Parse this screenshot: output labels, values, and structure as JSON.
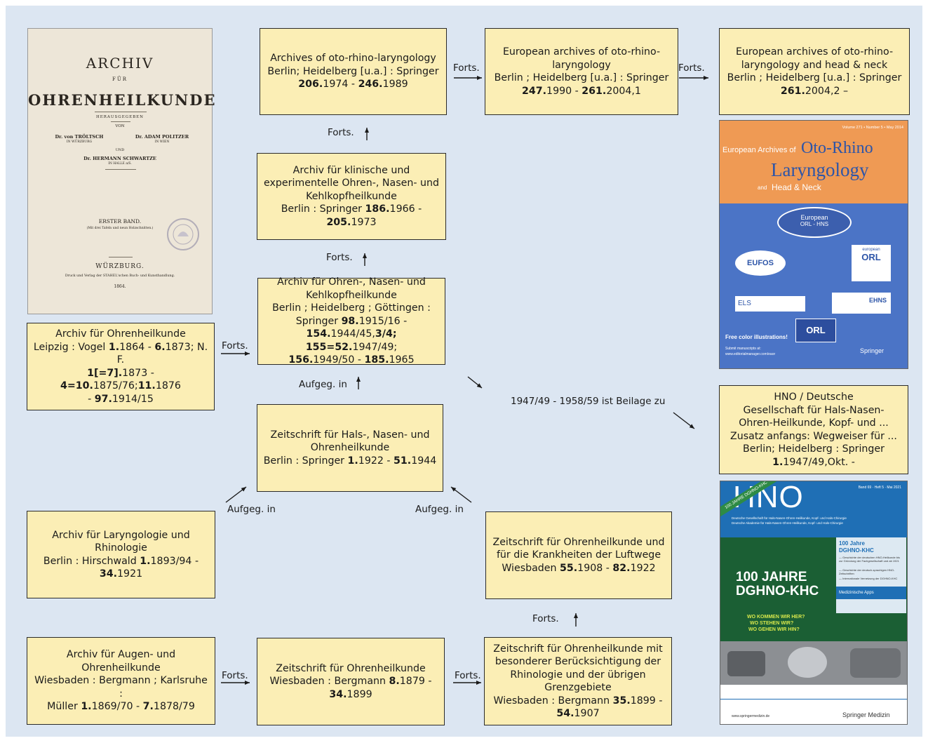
{
  "boxes": {
    "archives_orl": {
      "l1": "Archives of oto-rhino-laryngology",
      "l2": "Berlin; Heidelberg [u.a.] : Springer",
      "v1": "206.",
      "y1": "1974 - ",
      "v2": "246.",
      "y2": "1989"
    },
    "eur_archives_orl": {
      "l1": "European archives of oto-rhino-",
      "l2": "laryngology",
      "l3": "Berlin ; Heidelberg [u.a.] : Springer",
      "v1": "247.",
      "y1": "1990 - ",
      "v2": "261.",
      "y2": "2004,1"
    },
    "eur_archives_hn": {
      "l1": "European archives of oto-rhino-",
      "l2": "laryngology and head & neck",
      "l3": "Berlin ; Heidelberg [u.a.] : Springer",
      "v1": "261.",
      "y1": "2004,2 –"
    },
    "archiv_klinische": {
      "l1": "Archiv für klinische und",
      "l2": "experimentelle Ohren-, Nasen- und",
      "l3": "Kehlkopfheilkunde",
      "l4": "Berlin : Springer ",
      "v1": "186.",
      "y1": "1966 -",
      "v2": "205.",
      "y2": "1973"
    },
    "archiv_ohren_nasen": {
      "l1": "Archiv für Ohren-, Nasen- und",
      "l2": "Kehlkopfheilkunde",
      "l3": "Berlin ; Heidelberg ; Göttingen :",
      "l4a": "Springer ",
      "v1": "98.",
      "y1": "1915/16 -",
      "v2": "154.",
      "y2": "1944/45,",
      "v3": "3/4; 155=52.",
      "y3": "1947/49;",
      "v4": "156.",
      "y4": "1949/50 - ",
      "v5": "185.",
      "y5": "1965"
    },
    "archiv_ohrenheilkunde": {
      "l1": "Archiv für Ohrenheilkunde",
      "l2a": "Leipzig : Vogel ",
      "v1": "1.",
      "y1": "1864 - ",
      "v2": "6.",
      "y2": "1873; N. F.",
      "v3": "1[=7].",
      "y3": "1873 - ",
      "v4": "4=10.",
      "y4": "1875/76;",
      "v5": "11.",
      "y5": "1876",
      "l5a": "- ",
      "v6": "97.",
      "y6": "1914/15"
    },
    "zs_hals_nasen": {
      "l1": "Zeitschrift für Hals-, Nasen- und",
      "l2": "Ohrenheilkunde",
      "l3a": "Berlin : Springer ",
      "v1": "1.",
      "y1": "1922 - ",
      "v2": "51.",
      "y2": "1944"
    },
    "hno": {
      "l1": "HNO / Deutsche",
      "l2": "Gesellschaft für Hals-Nasen-",
      "l3": "Ohren-Heilkunde, Kopf- und ...",
      "l4": "Zusatz anfangs: Wegweiser für ...",
      "l5": "Berlin; Heidelberg : Springer",
      "v1": "1.",
      "y1": "1947/49,Okt. -"
    },
    "archiv_laryngologie": {
      "l1": "Archiv für Laryngologie und",
      "l2": "Rhinologie",
      "l3a": "Berlin : Hirschwald  ",
      "v1": "1.",
      "y1": "1893/94 -",
      "v2": "34.",
      "y2": "1921"
    },
    "zs_ohren_luftwege": {
      "l1": "Zeitschrift für Ohrenheilkunde und",
      "l2": "für die Krankheiten der Luftwege",
      "l3a": "Wiesbaden ",
      "v1": "55.",
      "y1": "1908 - ",
      "v2": "82.",
      "y2": "1922"
    },
    "archiv_augen": {
      "l1": "Archiv für  Augen- und",
      "l2": "Ohrenheilkunde",
      "l3": "Wiesbaden : Bergmann ; Karlsruhe :",
      "l4a": "Müller ",
      "v1": "1.",
      "y1": "1869/70 - ",
      "v2": "7.",
      "y2": "1878/79"
    },
    "zs_ohrenheilkunde": {
      "l1": "Zeitschrift für Ohrenheilkunde",
      "l2a": "Wiesbaden : Bergmann ",
      "v1": "8.",
      "y1": "1879 -",
      "v2": "34.",
      "y2": "1899"
    },
    "zs_ohren_rhino": {
      "l1": "Zeitschrift für Ohrenheilkunde mit",
      "l2": "besonderer Berücksichtigung der",
      "l3": "Rhinologie und der übrigen",
      "l4": "Grenzgebiete",
      "l5a": "Wiesbaden : Bergmann ",
      "v1": "35.",
      "y1": "1899 -",
      "v2": "54.",
      "y2": "1907"
    }
  },
  "labels": {
    "forts_1": "Forts.",
    "forts_2": "Forts.",
    "forts_3": "Forts.",
    "forts_4": "Forts.",
    "forts_5": "Forts.",
    "forts_6": "Forts.",
    "forts_7": "Forts.",
    "forts_8": "Forts.",
    "aufgeg_1": "Aufgeg. in",
    "aufgeg_2": "Aufgeg. in",
    "aufgeg_3": "Aufgeg. in",
    "beilage": "1947/49 - 1958/59 ist Beilage zu"
  },
  "cover_archiv": {
    "t1": "ARCHIV",
    "t2": "FÜR",
    "t3": "OHRENHEILKUNDE",
    "t4": "HERAUSGEGEBEN",
    "t5": "VON",
    "e1": "Dr. von TRÖLTSCH",
    "e1s": "IN WÜRZBURG",
    "e2": "Dr. ADAM POLITZER",
    "e2s": "IN WIEN",
    "t6": "UND",
    "e3": "Dr. HERMANN SCHWARTZE",
    "e3s": "IN HALLE a/S.",
    "band": "ERSTER BAND.",
    "band_s": "(Mit drei Tafeln und neun Holzschnitten.)",
    "city": "WÜRZBURG.",
    "pub": "Druck und Verlag der STAHEL'schen Buch- und Kunsthandlung.",
    "year": "1864."
  },
  "cover_eaorl": {
    "vol": "Volume 271 • Number 5 • May 2014",
    "t_small": "European Archives of",
    "t_oto": "Oto-Rhino",
    "t_lar": "Laryngology",
    "t_and": "and",
    "t_hn": "Head & Neck",
    "logo1a": "European",
    "logo1b": "ORL - HNS",
    "logo2": "EUFOS",
    "logo3a": "european",
    "logo3b": "ORL",
    "logo4": "ELS",
    "logo5": "EHNS",
    "logo6": "ORL",
    "free": "Free color illustrations!",
    "submit": "Submit manuscripts at:",
    "submit_url": "www.editorialmanager.com/eaor",
    "publisher": "Springer"
  },
  "cover_hno": {
    "title": "HNO",
    "ribbon": "100 JAHRE DGHNO-KHC",
    "band": "Band 69 · Heft 5 · Mai 2021",
    "sub1": "Deutsche Gesellschaft für Hals-Nasen-Ohren-Heilkunde, Kopf- und Hals-Chirurgie",
    "sub2": "Deutsche Akademie für Hals-Nasen-Ohren-Heilkunde, Kopf- und Hals-Chirurgie",
    "big1": "100 JAHRE",
    "big2": "DGHNO-KHC",
    "q1": "WO KOMMEN WIR HER?",
    "q2": "WO STEHEN WIR?",
    "q3": "WO GEHEN WIR HIN?",
    "side_t1": "100 Jahre",
    "side_t2": "DGHNO-KHC",
    "side1": "— Geschichte der deutschen HNO-Heilkunde bis zur Gründung der Fachgesellschaft und ab 1921",
    "side2": "— Geschichte der deutsch-sprachigen HNO-Zeitschriften",
    "side3": "— Internationale Vernetzung der DGHNO-KHC",
    "apps": "Medizinische Apps",
    "url": "www.springermedizin.de",
    "publisher": "Springer Medizin"
  },
  "colors": {
    "background": "#dce6f2",
    "box": "#fbeeb5",
    "border": "#2a2a2a"
  }
}
